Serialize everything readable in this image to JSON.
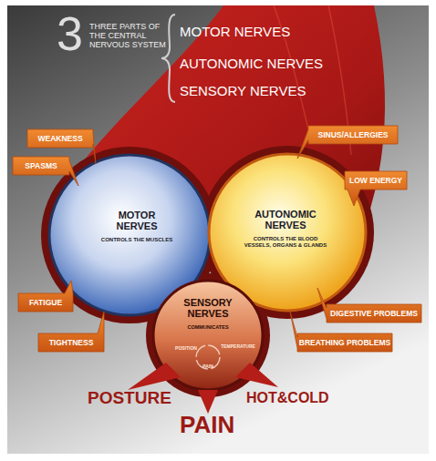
{
  "diagram": {
    "nodes": [
      {
        "text": [
          "MOTOR NERVES",
          "CONTROLS THE MUSCLES"
        ]
      },
      {
        "text": [
          "AUTONOMIC NERVES",
          "CONTROLS THE BLOOD VESSELS, ORGANS & GLANDS"
        ]
      },
      {
        "text": [
          "SENSORY NERVES",
          "COMMUNICATES",
          "POSITION",
          "PAIN",
          "TEMPERATURE"
        ]
      },
      {
        "text": [
          "WEAKNESS"
        ]
      },
      {
        "text": [
          "SPASMS"
        ]
      },
      {
        "text": [
          "FATIGUE"
        ]
      },
      {
        "text": [
          "TIGHTNESS"
        ]
      },
      {
        "text": [
          "SINUS/ALLERGIES"
        ]
      },
      {
        "text": [
          "LOW ENERGY"
        ]
      },
      {
        "text": [
          "DIGESTIVE PROBLEMS"
        ]
      },
      {
        "text": [
          "BREATHING PROBLEMS"
        ]
      }
    ],
    "labels": [
      "3",
      "THREE PARTS OF THE CENTRAL NERVOUS SYSTEM",
      "MOTOR NERVES",
      "AUTONOMIC NERVES",
      "SENSORY NERVES",
      "POSTURE",
      "PAIN",
      "HOT&COLD"
    ]
  }
}
